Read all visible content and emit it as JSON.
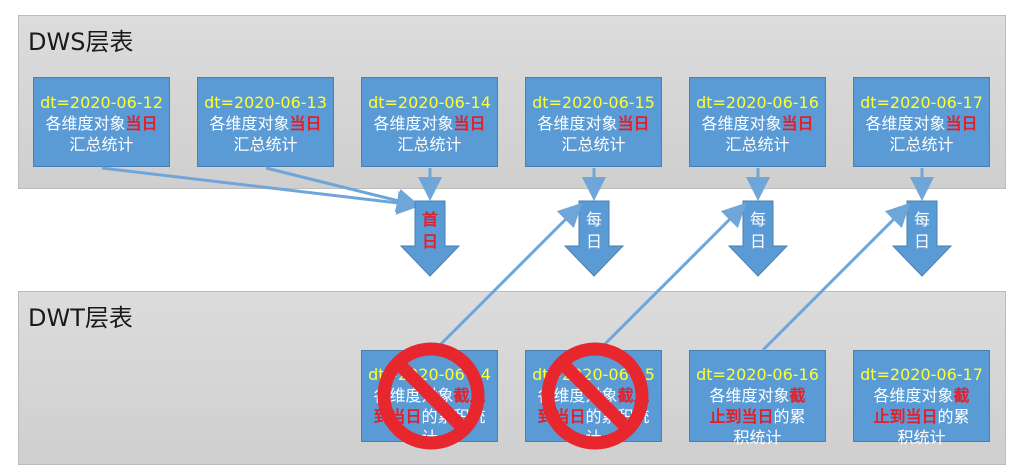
{
  "dws": {
    "title": "DWS层表",
    "boxes": [
      {
        "date": "dt=2020-06-12",
        "line_a": "各维度对象",
        "line_hl": "当",
        "line_hl2": "日",
        "line_b": "汇总统计"
      },
      {
        "date": "dt=2020-06-13",
        "line_a": "各维度对象",
        "line_hl": "当",
        "line_hl2": "日",
        "line_b": "汇总统计"
      },
      {
        "date": "dt=2020-06-14",
        "line_a": "各维度对象",
        "line_hl": "当",
        "line_hl2": "日",
        "line_b": "汇总统计"
      },
      {
        "date": "dt=2020-06-15",
        "line_a": "各维度对象",
        "line_hl": "当",
        "line_hl2": "日",
        "line_b": "汇总统计"
      },
      {
        "date": "dt=2020-06-16",
        "line_a": "各维度对象",
        "line_hl": "当",
        "line_hl2": "日",
        "line_b": "汇总统计"
      },
      {
        "date": "dt=2020-06-17",
        "line_a": "各维度对象",
        "line_hl": "当",
        "line_hl2": "日",
        "line_b": "汇总统计"
      }
    ]
  },
  "arrows": {
    "first": [
      "首",
      "日"
    ],
    "daily": [
      "每",
      "日"
    ]
  },
  "dwt": {
    "title": "DWT层表",
    "boxes": [
      {
        "date": "dt=2020-06-14",
        "line_a": "各维度对象",
        "line_hl": "截止到当日",
        "line_b": "的累积统计",
        "blocked": true
      },
      {
        "date": "dt=2020-06-15",
        "line_a": "各维度对象",
        "line_hl": "截止到当日",
        "line_b": "的累积统计",
        "blocked": true
      },
      {
        "date": "dt=2020-06-16",
        "line_a": "各维度对象",
        "line_hl_1": "截",
        "line_hl_2": "止到当日",
        "line_b1": "的累",
        "line_b2": "积统计",
        "blocked": false
      },
      {
        "date": "dt=2020-06-17",
        "line_a": "各维度对象",
        "line_hl_1": "截",
        "line_hl_2": "止到当日",
        "line_b1": "的累",
        "line_b2": "积统计",
        "blocked": false
      }
    ]
  },
  "colors": {
    "box_fill": "#5b9bd5",
    "date_text": "#ffff33",
    "highlight": "#e0202a",
    "layer_bg": "#d0d0d0",
    "no_sign": "#e8262e"
  }
}
